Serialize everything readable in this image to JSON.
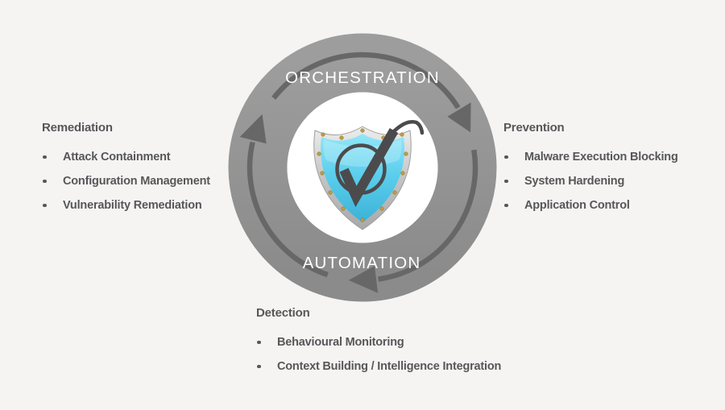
{
  "diagram": {
    "ring_label_top": "ORCHESTRATION",
    "ring_label_bottom": "AUTOMATION",
    "center_icon": "shield-checkmark-icon"
  },
  "colors": {
    "background": "#f5f4f3",
    "ring_top": "#9d9d9d",
    "ring_bottom": "#8b8b8b",
    "arrow": "#676767",
    "ring_text": "#ffffff",
    "list_text": "#57575a",
    "shield_blue_light": "#92e7f9",
    "shield_blue_dark": "#3cb2d8",
    "shield_rim": "#d6d6d6",
    "shield_rivet": "#bd9c42",
    "check": "#4b4b4d"
  },
  "groups": [
    {
      "title": "Remediation",
      "items": [
        "Attack Containment",
        "Configuration Management",
        "Vulnerability Remediation"
      ]
    },
    {
      "title": "Prevention",
      "items": [
        "Malware Execution Blocking",
        "System Hardening",
        "Application Control"
      ]
    },
    {
      "title": "Detection",
      "items": [
        "Behavioural Monitoring",
        "Context Building / Intelligence Integration"
      ]
    }
  ]
}
